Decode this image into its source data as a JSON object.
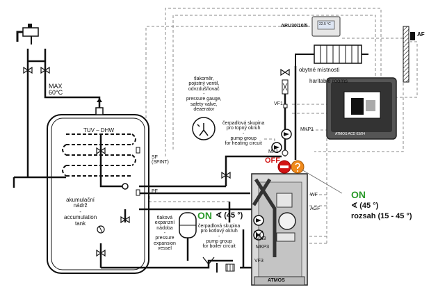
{
  "labels": {
    "max_temp": "MAX\n60°C",
    "tuv_dhw": "TUV – DHW",
    "sf": "SF\n(SFINT)",
    "pf": "PF",
    "accumulation": "akumulační\nnádrž\n-\naccumulation\ntank",
    "regulator": "ARU30/10/5",
    "room_cz": "obytné místnosti",
    "room_en": "haritable rooms",
    "af": "AF",
    "safety_group": "tlakoměr,\npojistný ventil,\nodvzdušňovač\n-\npressure gauge,\nsafety valve,\ndeaerator",
    "pump_heating": "čerpadlová skupina\npro topný okruh\n-\npump group\nfor heating circuit",
    "vf1": "VF1",
    "mkp1": "MKP1",
    "mk1": "MK1",
    "boiler_name": "ATMOS ACD 03/04",
    "off": "OFF",
    "on_main": "ON",
    "angle_main": "∢ (45 °)",
    "range_main": "rozsah (15 - 45 °)",
    "wf": "WF",
    "agf": "AGF",
    "on_left": "ON",
    "angle_left": "∢ (45 °)",
    "expansion": "tlaková\nexpanzní\nnádoba\n-\npressure\nexpansion\nvessel",
    "pump_boiler": "čerpadlová skupina\npro kotlový okruh\n-\npump group\nfor boiler circuit",
    "mk3": "MK3",
    "mkp3": "MKP3",
    "vf3": "VF3",
    "brand": "ATMOS",
    "display": "22.5 °C"
  },
  "colors": {
    "pipe": "#111111",
    "control": "#777777",
    "on": "#2a9a2a",
    "off": "#d21414",
    "orange": "#f08a1c"
  }
}
